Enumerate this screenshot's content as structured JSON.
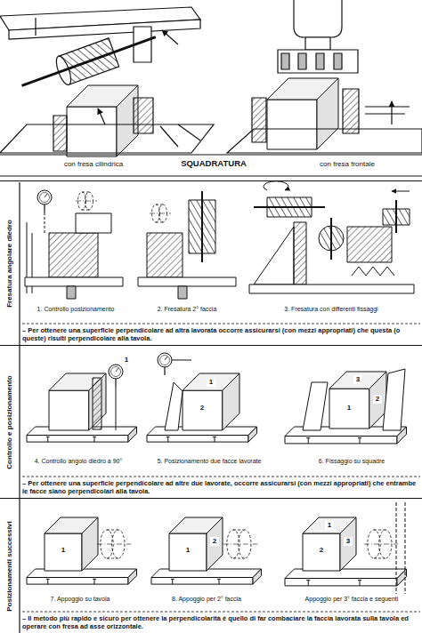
{
  "diagram": {
    "title": "SQUADRATURA",
    "nodes": [
      {
        "text": [
          "Fresatura angolare diedro"
        ]
      },
      {
        "text": [
          "Controllo e posizionamento"
        ]
      },
      {
        "text": [
          "Posizionamenti successivi"
        ]
      }
    ],
    "labels": [
      "con fresa cilindrica",
      "con fresa frontale",
      "1. Controllo posizionamento",
      "2. Fresatura 2° faccia",
      "3. Fresatura con differenti fissaggi",
      "– Per ottenere una superficie perpendicolare ad altra lavorata occorre assicurarsi (con mezzi appropriati) che questa (o queste) risulti perpendicolare alla tavola.",
      "4. Controllo angolo diedro a 90°",
      "5. Posizionamento due facce lavorate",
      "6. Fissaggio su squadre",
      "– Per ottenere una superficie perpendicolare ad altre due lavorate, occorre assicurarsi (con mezzi appropriati) che entrambe le facce siano perpendicolari alla tavola.",
      "7. Appoggio su tavola",
      "8. Appoggio per 2° faccia",
      "Appoggio per 3° faccia e seguenti",
      "– Il metodo più rapido e sicuro per ottenere la perpendicolarità è quello di far combaciare la faccia lavorata sulla tavola ed operare con fresa ad asse orizzontale.",
      "1",
      "1",
      "2",
      "1",
      "2",
      "3",
      "1",
      "1",
      "2",
      "1",
      "2",
      "3"
    ]
  }
}
